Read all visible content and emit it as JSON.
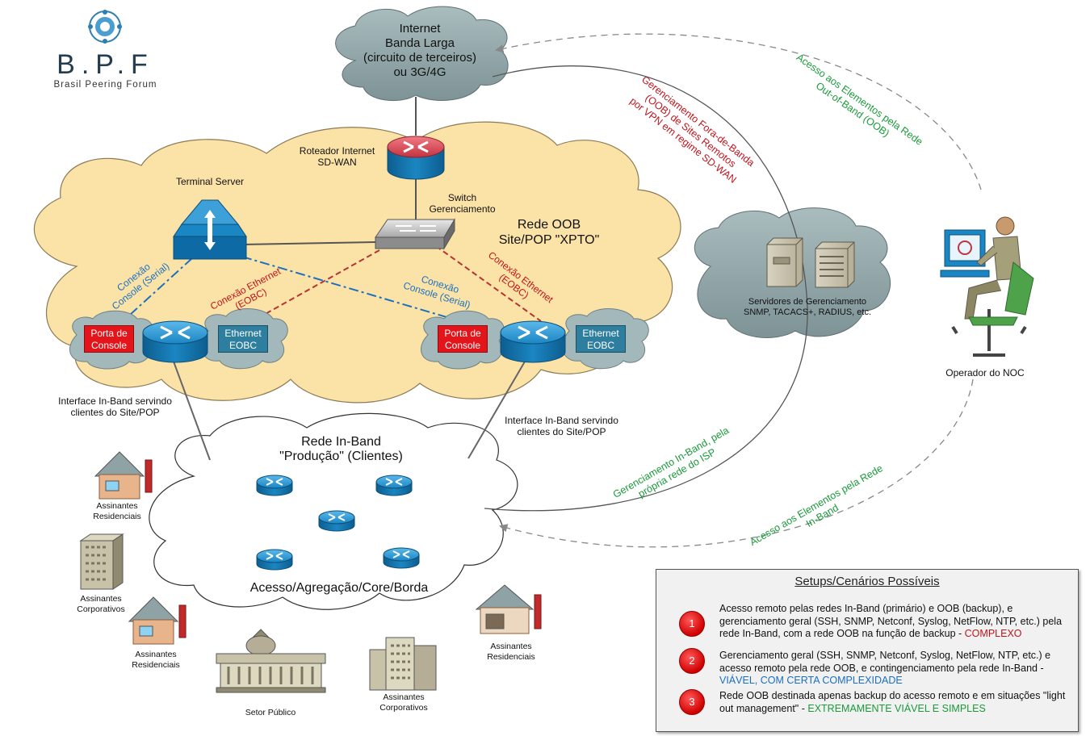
{
  "logo": {
    "brand": "B.P.F",
    "subtitle": "Brasil Peering Forum"
  },
  "internet_cloud": {
    "line1": "Internet",
    "line2": "Banda Larga",
    "line3": "(circuito de terceiros)",
    "line4": "ou 3G/4G"
  },
  "router_internet": {
    "line1": "Roteador Internet",
    "line2": "SD-WAN"
  },
  "terminal_server": {
    "label": "Terminal Server"
  },
  "switch": {
    "line1": "Switch",
    "line2": "Gerenciamento"
  },
  "oob_network": {
    "line1": "Rede OOB",
    "line2": "Site/POP \"XPTO\""
  },
  "console_links": {
    "left": {
      "line1": "Conexão",
      "line2": "Console (Serial)"
    },
    "right": {
      "line1": "Conexão",
      "line2": "Console (Serial)"
    }
  },
  "ethernet_links": {
    "left": {
      "line1": "Conexão Ethernet",
      "line2": "(EOBC)"
    },
    "right": {
      "line1": "Conexão Ethernet",
      "line2": "(EOBC)"
    }
  },
  "left_router": {
    "console_line1": "Porta de",
    "console_line2": "Console",
    "eth_line1": "Ethernet",
    "eth_line2": "EOBC"
  },
  "right_router": {
    "console_line1": "Porta de",
    "console_line2": "Console",
    "eth_line1": "Ethernet",
    "eth_line2": "EOBC"
  },
  "inband_interfaces": {
    "left": {
      "line1": "Interface In-Band servindo",
      "line2": "clientes do Site/POP"
    },
    "right": {
      "line1": "Interface In-Band servindo",
      "line2": "clientes do Site/POP"
    }
  },
  "inband_network": {
    "line1": "Rede In-Band",
    "line2": "\"Produção\" (Clientes)",
    "bottom": "Acesso/Agregação/Core/Borda"
  },
  "servers": {
    "line1": "Servidores de Gerenciamento",
    "line2": "SNMP, TACACS+, RADIUS, etc."
  },
  "operator": {
    "label": "Operador do NOC"
  },
  "oob_mgmt_text": {
    "line1": "Gerenciamento Fora-de-Banda",
    "line2": "(OOB) de Sites Remotos",
    "line3": "por VPN em regime SD-WAN"
  },
  "oob_access_text": {
    "line1": "Acesso aos Elementos pela Rede",
    "line2": "Out-of-Band (OOB)"
  },
  "inband_mgmt_text": {
    "line1": "Gerenciamento In-Band, pela",
    "line2": "própria rede do ISP"
  },
  "inband_access_text": {
    "line1": "Acesso aos Elementos pela Rede",
    "line2": "In-Band"
  },
  "customers": {
    "res1": {
      "line1": "Assinantes",
      "line2": "Residenciais"
    },
    "corp1": {
      "line1": "Assinantes",
      "line2": "Corporativos"
    },
    "res2": {
      "line1": "Assinantes",
      "line2": "Residenciais"
    },
    "gov": {
      "line1": "Setor Público"
    },
    "corp2": {
      "line1": "Assinantes",
      "line2": "Corporativos"
    },
    "res3": {
      "line1": "Assinantes",
      "line2": "Residenciais"
    }
  },
  "setups": {
    "title": "Setups/Cenários Possíveis",
    "items": [
      {
        "num": "1",
        "text": "Acesso remoto pelas redes In-Band (primário) e OOB (backup), e gerenciamento geral (SSH, SNMP, Netconf, Syslog, NetFlow, NTP, etc.) pela rede In-Band, com a rede OOB na função de backup - ",
        "highlight": "COMPLEXO",
        "color": "#c0141b"
      },
      {
        "num": "2",
        "text": "Gerenciamento geral (SSH, SNMP, Netconf, Syslog, NetFlow, NTP, etc.) e acesso remoto pela rede OOB, e contingenciamento pela rede In-Band - ",
        "highlight": "VIÁVEL, COM CERTA COMPLEXIDADE",
        "color": "#1b6fc0"
      },
      {
        "num": "3",
        "text": "Rede OOB destinada apenas backup do acesso remoto e em situações \"light out management\" - ",
        "highlight": "EXTREMAMENTE VIÁVEL E SIMPLES",
        "color": "#1a9a3a"
      }
    ]
  },
  "colors": {
    "oob_cloud": "#fbe3a8",
    "inband_cloud": "#ffffff",
    "gray_cloud": "#8fa3a6",
    "router_blue": "#1a86c4",
    "link_red": "#b83232",
    "link_blue": "#1b6fc0"
  }
}
